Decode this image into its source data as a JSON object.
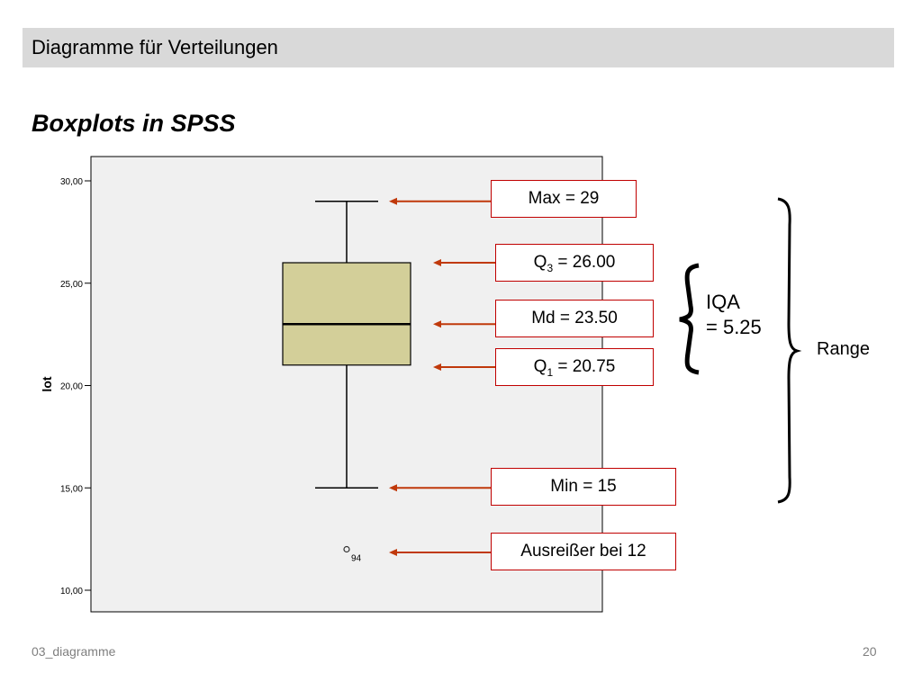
{
  "header": {
    "title": "Diagramme für Verteilungen"
  },
  "slide": {
    "title": "Boxplots in SPSS"
  },
  "footer": {
    "left": "03_diagramme",
    "page": "20"
  },
  "colors": {
    "box_fill": "#d3cf99",
    "plot_bg": "#f0f0f0",
    "arrow": "#c0390b",
    "label_border": "#c00000"
  },
  "annotations": {
    "max": "Max = 29",
    "q3_prefix": "Q",
    "q3_sub": "3",
    "q3_suffix": " = 26.00",
    "md": "Md = 23.50",
    "q1_prefix": "Q",
    "q1_sub": "1",
    "q1_suffix": " = 20.75",
    "min": "Min = 15",
    "outlier": "Ausreißer bei 12",
    "iqa_line1": "IQA",
    "iqa_line2": "= 5.25",
    "range": "Range"
  },
  "chart_data": {
    "type": "boxplot",
    "ylabel": "lot",
    "ylim": [
      10,
      30
    ],
    "y_ticks": [
      {
        "value": 10,
        "label": "10,00"
      },
      {
        "value": 15,
        "label": "15,00"
      },
      {
        "value": 20,
        "label": "20,00"
      },
      {
        "value": 25,
        "label": "25,00"
      },
      {
        "value": 30,
        "label": "30,00"
      }
    ],
    "box": {
      "whisker_low": 15,
      "q1": 21,
      "median": 23,
      "q3": 26,
      "whisker_high": 29
    },
    "outliers": [
      {
        "value": 12,
        "label": "94"
      }
    ]
  }
}
